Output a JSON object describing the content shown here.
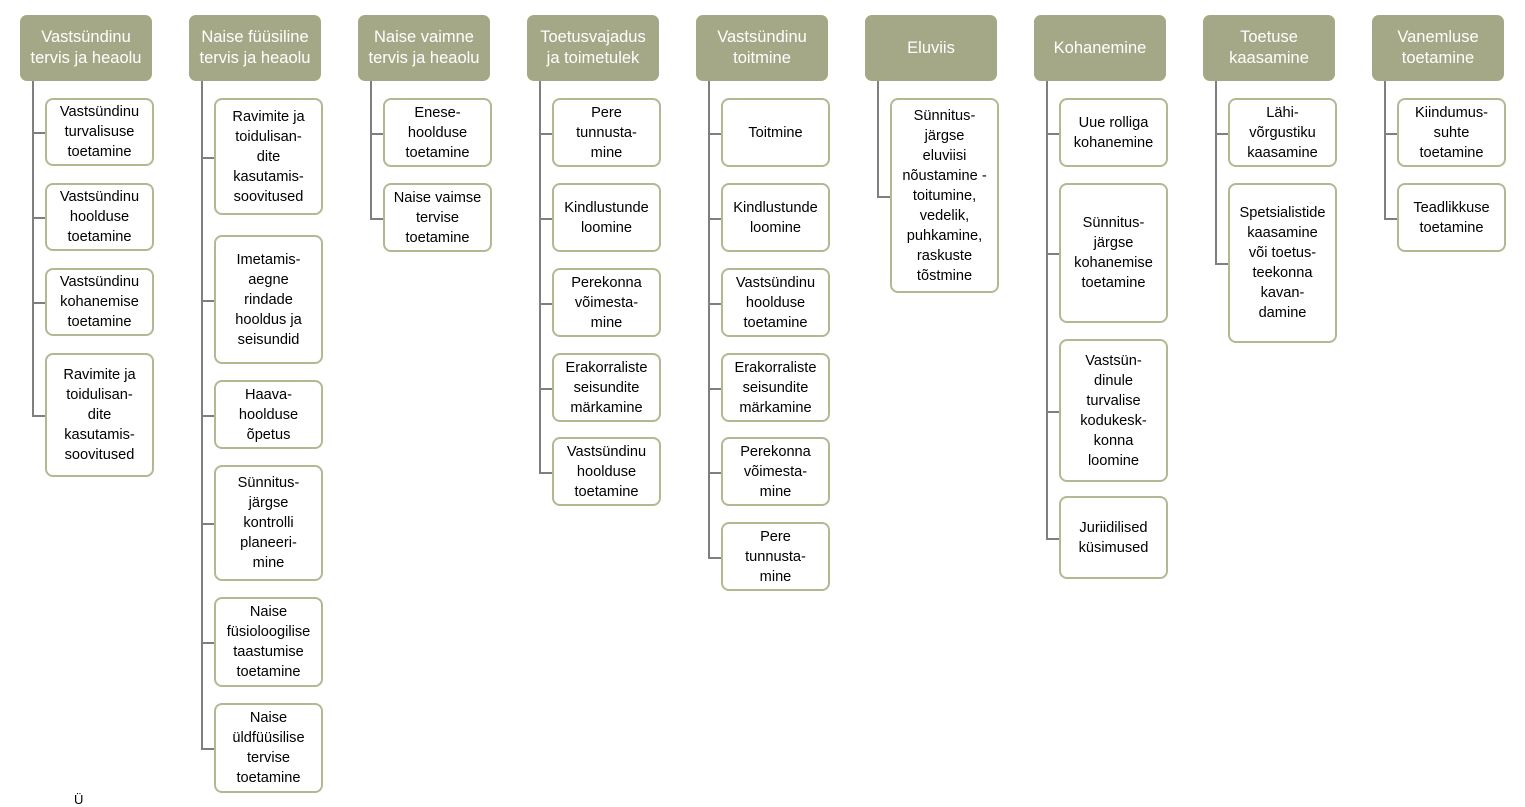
{
  "colors": {
    "header_fill": "#a5a886",
    "header_text": "#ffffff",
    "box_border": "#b4b892",
    "connector": "#7f7f7f"
  },
  "columns": [
    {
      "title": "Vastsündinu\ntervis ja heaolu",
      "items": [
        "Vastsündinu\nturvalisuse\ntoetamine",
        "Vastsündinu\nhoolduse\ntoetamine",
        "Vastsündinu\nkohanemise\ntoetamine",
        "Ravimite ja\ntoidulisan-\ndite\nkasutamis-\nsoovitused"
      ]
    },
    {
      "title": "Naise füüsiline\ntervis ja heaolu",
      "items": [
        "Ravimite ja\ntoidulisan-\ndite\nkasutamis-\nsoovitused",
        "Imetamis-\naegne\nrindade\nhooldus ja\nseisundid",
        "Haava-\nhoolduse\nõpetus",
        "Sünnitus-\njärgse\nkontrolli\nplaneeri-\nmine",
        "Naise\nfüsioloogilise\ntaastumise\ntoetamine",
        "Naise\nüldfüüsilise\ntervise\ntoetamine"
      ]
    },
    {
      "title": "Naise vaimne\ntervis ja heaolu",
      "items": [
        "Enese-\nhoolduse\ntoetamine",
        "Naise vaimse\ntervise\ntoetamine"
      ]
    },
    {
      "title": "Toetusvajadus\nja toimetulek",
      "items": [
        "Pere\ntunnusta-\nmine",
        "Kindlustunde\nloomine",
        "Perekonna\nvõimesta-\nmine",
        "Erakorraliste\nseisundite\nmärkamine",
        "Vastsündinu\nhoolduse\ntoetamine"
      ]
    },
    {
      "title": "Vastsündinu\ntoitmine",
      "items": [
        "Toitmine",
        "Kindlustunde\nloomine",
        "Vastsündinu\nhoolduse\ntoetamine",
        "Erakorraliste\nseisundite\nmärkamine",
        "Perekonna\nvõimesta-\nmine",
        "Pere\ntunnusta-\nmine"
      ]
    },
    {
      "title": "Eluviis",
      "items": [
        "Sünnitus-\njärgse\neluviisi\nnõustamine -\ntoitumine,\nvedelik,\npuhkamine,\nraskuste\ntõstmine"
      ]
    },
    {
      "title": "Kohanemine",
      "items": [
        "Uue rolliga\nkohanemine",
        "Sünnitus-\njärgse\nkohanemise\ntoetamine",
        "Vastsün-\ndinule\nturvalise\nkodukesk-\nkonna\nloomine",
        "Juriidilised\nküsimused"
      ]
    },
    {
      "title": "Toetuse\nkaasamine",
      "items": [
        "Lähi-\nvõrgustiku\nkaasamine",
        "Spetsialistide\nkaasamine\nvõi toetus-\nteekonna\nkavan-\ndamine"
      ]
    },
    {
      "title": "Vanemluse\ntoetamine",
      "items": [
        "Kiindumus-\nsuhte\ntoetamine",
        "Teadlikkuse\ntoetamine"
      ]
    }
  ],
  "stray_glyph": "Ü"
}
